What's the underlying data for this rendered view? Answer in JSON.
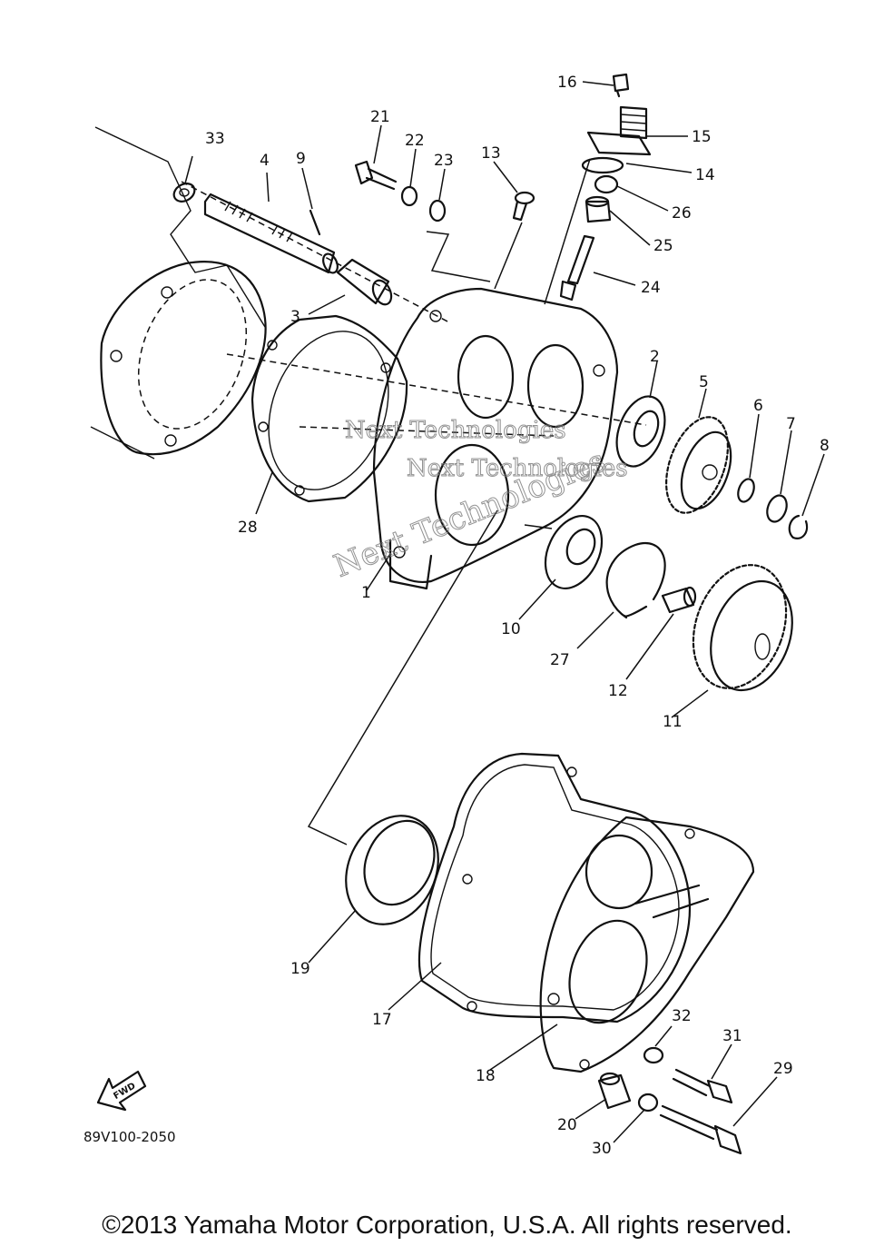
{
  "diagram": {
    "callouts": [
      "1",
      "2",
      "3",
      "4",
      "5",
      "6",
      "7",
      "8",
      "9",
      "10",
      "11",
      "12",
      "13",
      "14",
      "15",
      "16",
      "17",
      "18",
      "19",
      "20",
      "21",
      "22",
      "23",
      "24",
      "25",
      "26",
      "27",
      "28",
      "29",
      "30",
      "31",
      "32",
      "33"
    ],
    "fwd_label": "FWD",
    "drawing_code": "89V100-2050",
    "watermark": "Next Technologies"
  },
  "footer": {
    "copyright": "©2013 Yamaha Motor Corporation, U.S.A. All rights reserved."
  }
}
